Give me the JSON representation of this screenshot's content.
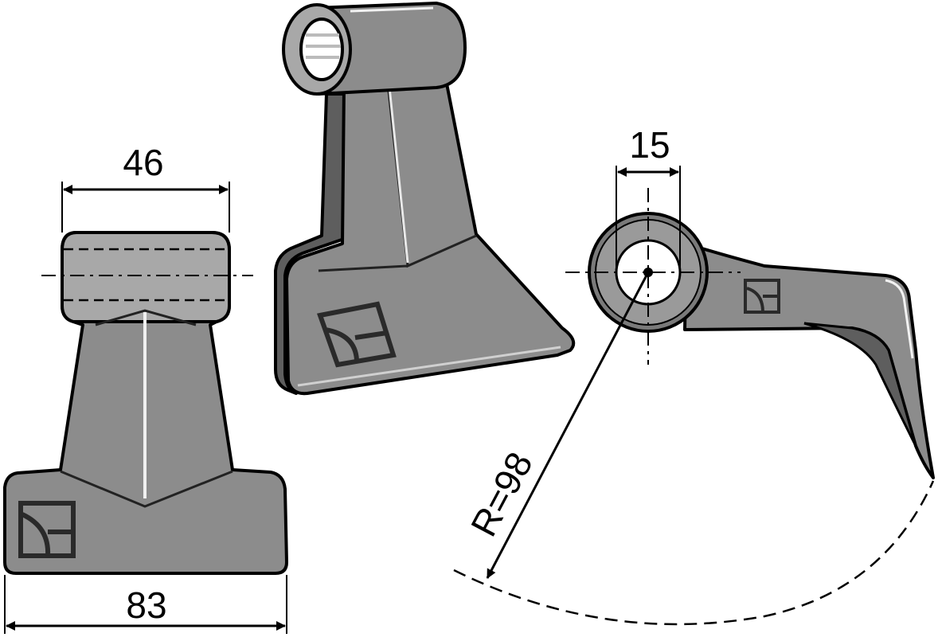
{
  "diagram": {
    "dimensions": {
      "width_top": "46",
      "width_bottom": "83",
      "bore": "15",
      "radius": "R=98"
    }
  }
}
